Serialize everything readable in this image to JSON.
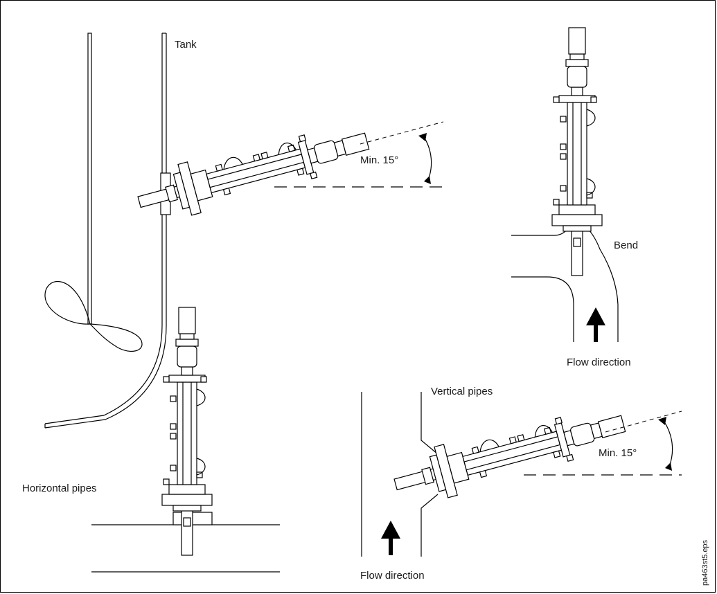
{
  "labels": {
    "tank": "Tank",
    "min_angle_top": "Min. 15°",
    "bend": "Bend",
    "flow_direction_right": "Flow direction",
    "vertical_pipes": "Vertical pipes",
    "min_angle_bottom": "Min. 15°",
    "horizontal_pipes": "Horizontal pipes",
    "flow_direction_bottom": "Flow direction"
  },
  "file_reference": "pa463st5.eps"
}
